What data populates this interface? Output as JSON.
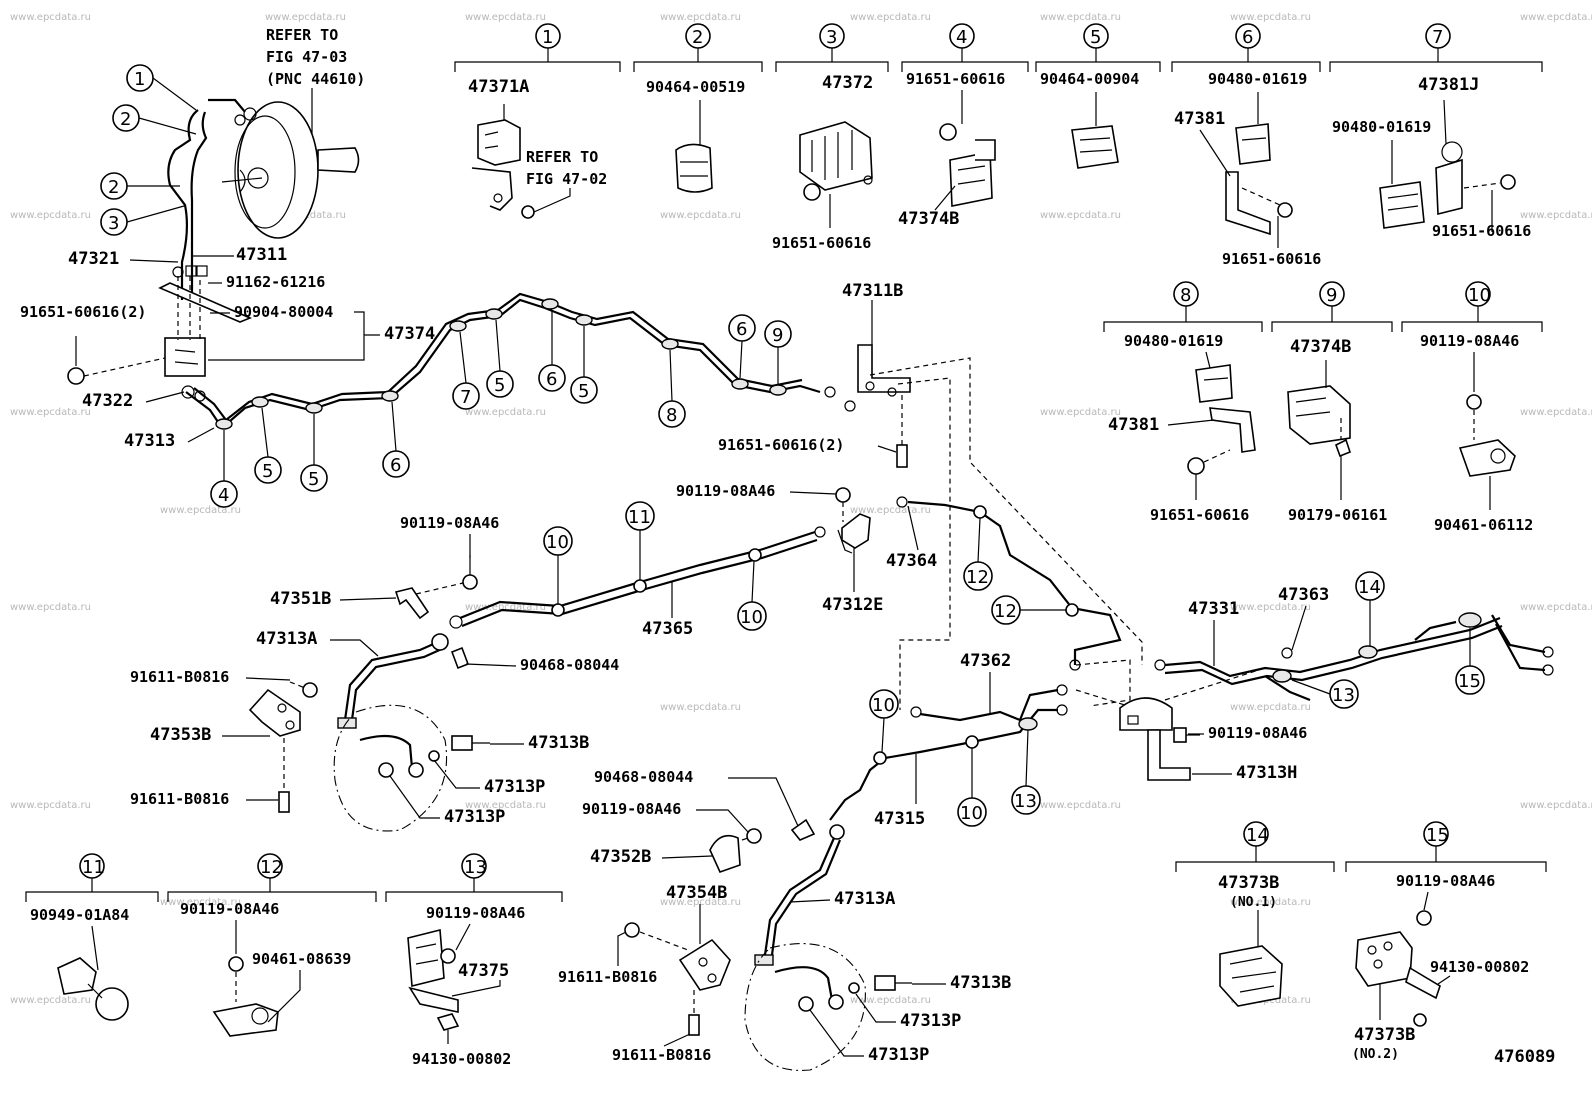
{
  "watermark": "www.epcdata.ru",
  "figure_number": "476089",
  "notes": {
    "refer_booster": [
      "REFER TO",
      "FIG 47-03",
      "(PNC 44610)"
    ],
    "refer_block": [
      "REFER TO",
      "FIG 47-02"
    ]
  },
  "legend_boxes": [
    {
      "num": "1",
      "parts": [
        "47371A"
      ]
    },
    {
      "num": "2",
      "parts": [
        "90464-00519"
      ]
    },
    {
      "num": "3",
      "parts": [
        "47372"
      ]
    },
    {
      "num": "4",
      "parts": [
        "91651-60616",
        "47374B"
      ]
    },
    {
      "num": "5",
      "parts": [
        "90464-00904"
      ]
    },
    {
      "num": "6",
      "parts": [
        "90480-01619",
        "47381",
        "91651-60616"
      ]
    },
    {
      "num": "7",
      "parts": [
        "47381J",
        "90480-01619",
        "91651-60616"
      ]
    },
    {
      "num": "8",
      "parts": [
        "90480-01619",
        "47381",
        "91651-60616"
      ]
    },
    {
      "num": "9",
      "parts": [
        "47374B",
        "90179-06161"
      ]
    },
    {
      "num": "10",
      "parts": [
        "90119-08A46",
        "90461-06112"
      ]
    },
    {
      "num": "11",
      "parts": [
        "90949-01A84"
      ]
    },
    {
      "num": "12",
      "parts": [
        "90119-08A46",
        "90461-08639"
      ]
    },
    {
      "num": "13",
      "parts": [
        "90119-08A46",
        "47375",
        "94130-00802"
      ]
    },
    {
      "num": "14",
      "parts": [
        "47373B",
        "(NO.1)"
      ]
    },
    {
      "num": "15",
      "parts": [
        "90119-08A46",
        "94130-00802",
        "47373B",
        "(NO.2)"
      ]
    }
  ],
  "main_labels": {
    "p47321": "47321",
    "p47311": "47311",
    "p91162": "91162-61216",
    "p91651_2a": "91651-60616(2)",
    "p90904": "90904-80004",
    "p47374": "47374",
    "p47322": "47322",
    "p47313": "47313",
    "p47311B": "47311B",
    "p91651_2b": "91651-60616(2)",
    "p90119_a": "90119-08A46",
    "p90119_b": "90119-08A46",
    "p47364": "47364",
    "p47351B": "47351B",
    "p47365": "47365",
    "p47312E": "47312E",
    "p47313A_a": "47313A",
    "p90468_a": "90468-08044",
    "p91611_a": "91611-B0816",
    "p47353B": "47353B",
    "p47313B_a": "47313B",
    "p47313P_a": "47313P",
    "p47313P_b": "47313P",
    "p91611_b": "91611-B0816",
    "p47331": "47331",
    "p47363": "47363",
    "p47362": "47362",
    "p90119_c": "90119-08A46",
    "p47313H": "47313H",
    "p47315": "47315",
    "p90468_b": "90468-08044",
    "p90119_d": "90119-08A46",
    "p47352B": "47352B",
    "p47354B": "47354B",
    "p47313A_b": "47313A",
    "p47313B_b": "47313B",
    "p47313P_c": "47313P",
    "p47313P_d": "47313P",
    "p91611_c": "91611-B0816",
    "p91611_d": "91611-B0816"
  },
  "callouts": {
    "c1": "1",
    "c2a": "2",
    "c2b": "2",
    "c3": "3",
    "c4": "4",
    "c5a": "5",
    "c5b": "5",
    "c6a": "6",
    "c7": "7",
    "c5c": "5",
    "c6b": "6",
    "c5d": "5",
    "c8": "8",
    "c6c": "6",
    "c9": "9",
    "c10a": "10",
    "c11": "11",
    "c10b": "10",
    "c12a": "12",
    "c12b": "12",
    "c14": "14",
    "c13a": "13",
    "c15": "15",
    "c10c": "10",
    "c10d": "10",
    "c13b": "13"
  }
}
